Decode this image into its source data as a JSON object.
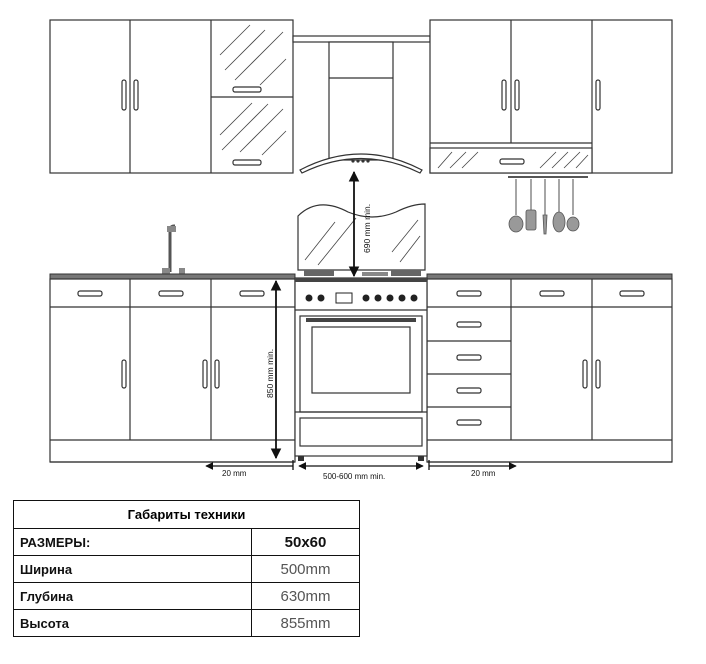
{
  "dimensions": {
    "hood_clearance": "690 mm min.",
    "counter_height": "850 mm min.",
    "left_gap": "20 mm",
    "right_gap": "20 mm",
    "stove_width_range": "500-600 mm min."
  },
  "specs_table": {
    "title": "Габариты техники",
    "header_label": "РАЗМЕРЫ:",
    "header_value": "50x60",
    "rows": [
      {
        "label": "Ширина",
        "value": "500mm"
      },
      {
        "label": "Глубина",
        "value": "630mm"
      },
      {
        "label": "Высота",
        "value": "855mm"
      }
    ]
  }
}
